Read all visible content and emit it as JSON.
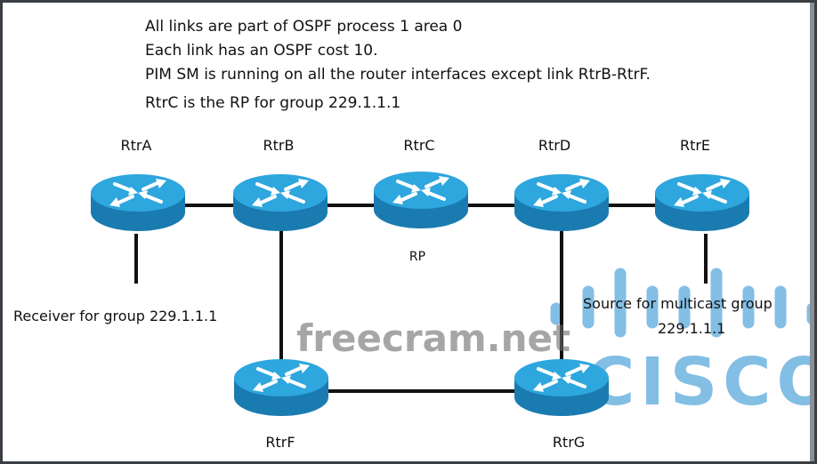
{
  "notes": [
    "All links are part of OSPF process 1 area 0",
    "Each link has an OSPF cost 10.",
    "PIM SM is running on all the router interfaces except link RtrB-RtrF.",
    "RtrC is the RP for group 229.1.1.1"
  ],
  "routers": {
    "a": "RtrA",
    "b": "RtrB",
    "c": "RtrC",
    "d": "RtrD",
    "e": "RtrE",
    "f": "RtrF",
    "g": "RtrG"
  },
  "rp_label": "RP",
  "receiver_label": "Receiver for group 229.1.1.1",
  "source_label_1": "Source for multicast group",
  "source_label_2": "229.1.1.1",
  "watermark": "freecram.net",
  "logo_text": "CISCO",
  "colors": {
    "router_top": "#2aa3dc",
    "router_body": "#1b7fb4",
    "logo": "#5aa9dc"
  }
}
